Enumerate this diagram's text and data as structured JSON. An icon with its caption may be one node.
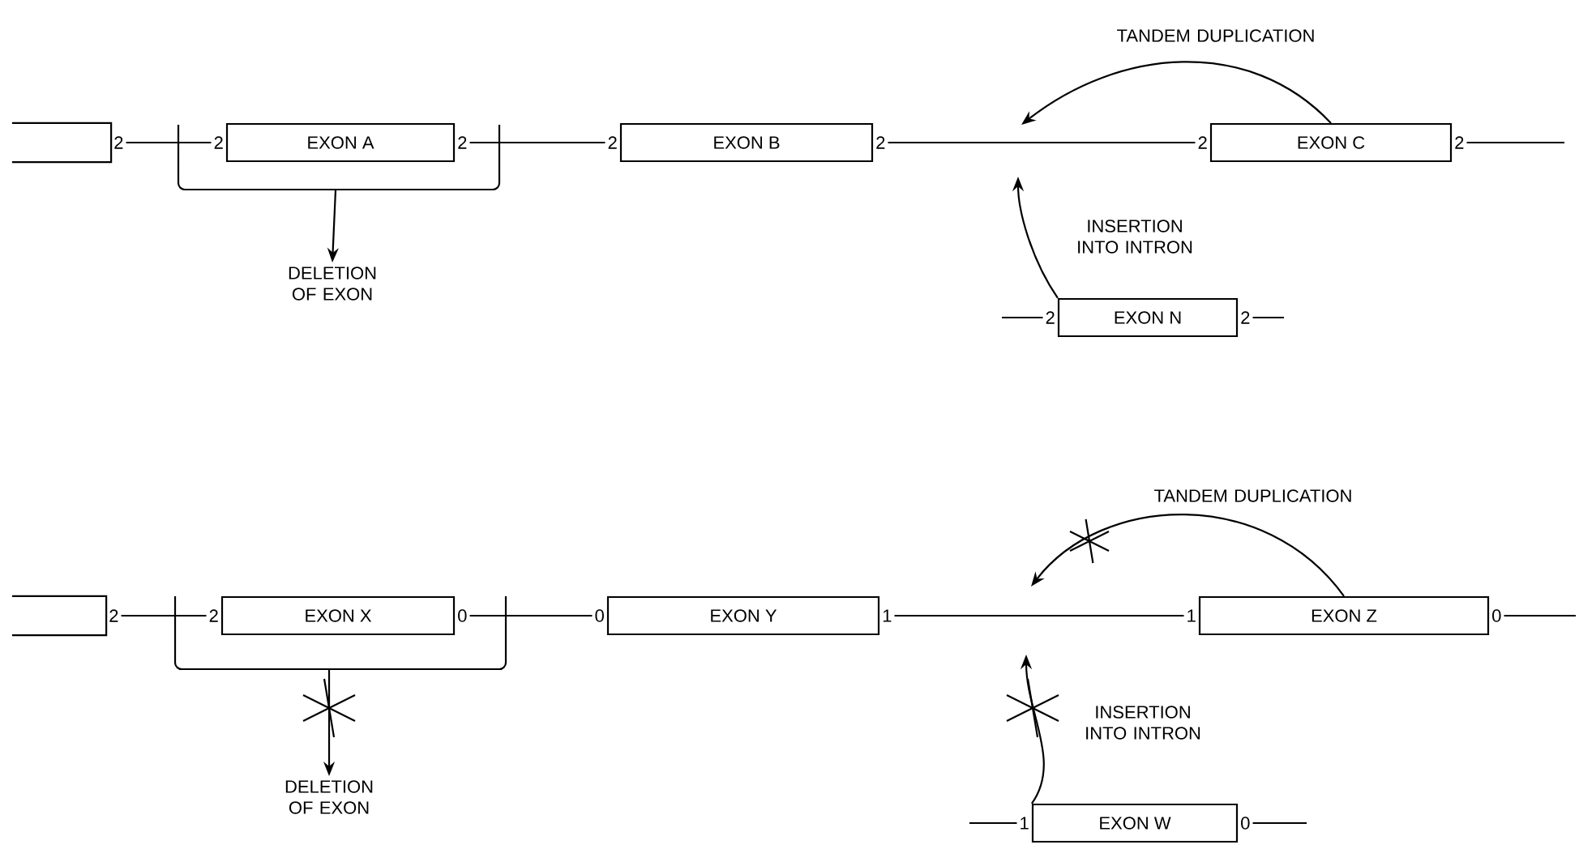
{
  "diagram": {
    "nodes": [
      {
        "text": [],
        "shape": "box",
        "beside": [
          "2"
        ]
      },
      {
        "text": [
          "EXON A"
        ],
        "beside": [
          "2",
          "2"
        ]
      },
      {
        "text": [
          "EXON B"
        ],
        "beside": [
          "2",
          "2"
        ]
      },
      {
        "text": [
          "EXON C"
        ],
        "beside": [
          "2",
          "2"
        ]
      },
      {
        "text": [
          "DELETION OF EXON"
        ]
      },
      {
        "text": [
          "EXON N"
        ],
        "beside": [
          "2",
          "2"
        ]
      },
      {
        "text": [],
        "shape": "box",
        "beside": [
          "2"
        ]
      },
      {
        "text": [
          "EXON X"
        ],
        "beside": [
          "2",
          "0"
        ]
      },
      {
        "text": [
          "EXON Y"
        ],
        "beside": [
          "0",
          "1"
        ]
      },
      {
        "text": [
          "EXON Z"
        ],
        "beside": [
          "1",
          "0"
        ]
      },
      {
        "text": [
          "DELETION OF EXON"
        ]
      },
      {
        "text": [
          "EXON W"
        ],
        "beside": [
          "1",
          "0"
        ]
      }
    ],
    "edges": [
      {
        "from": 0,
        "to": 1,
        "arrow": "none"
      },
      {
        "from": 1,
        "to": 2,
        "arrow": "none"
      },
      {
        "from": 2,
        "to": 3,
        "arrow": "none"
      },
      {
        "from": 3,
        "to": null,
        "arrow": "none"
      },
      {
        "from": null,
        "to": 5,
        "arrow": "none"
      },
      {
        "from": 5,
        "to": null,
        "arrow": "none"
      },
      {
        "from": 1,
        "to": 4,
        "arrow": "to"
      },
      {
        "from": 3,
        "to": null,
        "arrow": "to",
        "label": "TANDEM DUPLICATION"
      },
      {
        "from": 5,
        "to": null,
        "arrow": "to",
        "label": "INSERTION INTO INTRON"
      },
      {
        "from": 6,
        "to": 7,
        "arrow": "none"
      },
      {
        "from": 7,
        "to": 8,
        "arrow": "none"
      },
      {
        "from": 8,
        "to": 9,
        "arrow": "none"
      },
      {
        "from": 9,
        "to": null,
        "arrow": "none"
      },
      {
        "from": null,
        "to": 11,
        "arrow": "none"
      },
      {
        "from": 11,
        "to": null,
        "arrow": "none"
      },
      {
        "from": 7,
        "to": 10,
        "arrow": "to"
      },
      {
        "from": 9,
        "to": null,
        "arrow": "to",
        "label": "TANDEM DUPLICATION"
      },
      {
        "from": 11,
        "to": null,
        "arrow": "to",
        "label": "INSERTION INTO INTRON"
      }
    ]
  }
}
